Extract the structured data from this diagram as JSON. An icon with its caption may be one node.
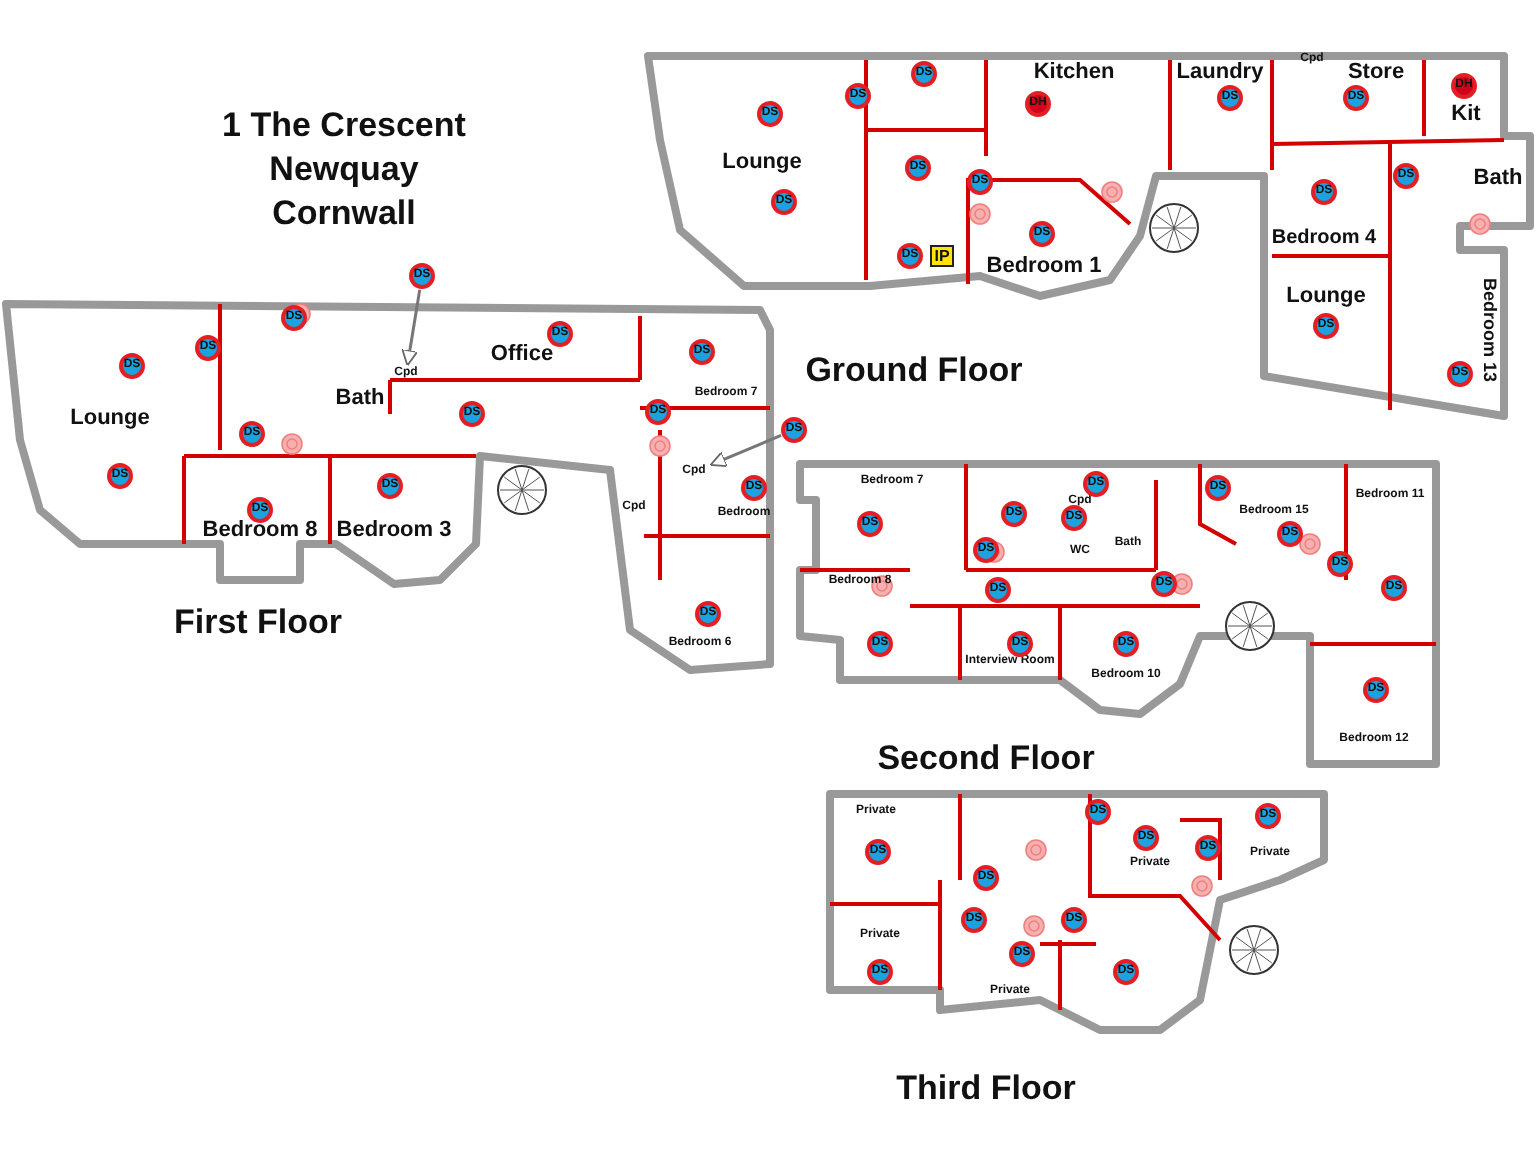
{
  "diagram": {
    "title": "1 The Crescent Newquay Cornwall",
    "nodes": [
      {
        "text": [
          "DS"
        ]
      },
      {
        "text": [
          "DS"
        ]
      },
      {
        "text": [
          "DS"
        ]
      },
      {
        "text": [
          "DS"
        ]
      },
      {
        "text": [
          "DH"
        ]
      },
      {
        "text": [
          "DS"
        ]
      },
      {
        "text": [
          "DS"
        ]
      },
      {
        "text": [
          "DS"
        ]
      },
      {
        "text": [
          "DS"
        ]
      },
      {
        "text": [
          "IP"
        ]
      },
      {
        "text": [
          "DS"
        ]
      },
      {
        "text": [
          "DS"
        ]
      },
      {
        "text": [
          "DH"
        ]
      },
      {
        "text": [
          "DS"
        ]
      },
      {
        "text": [
          "DS"
        ]
      },
      {
        "text": [
          "DS"
        ]
      },
      {
        "text": [
          "DS"
        ]
      },
      {
        "text": [
          "DS"
        ]
      },
      {
        "text": [
          "DS"
        ]
      },
      {
        "text": [
          "DS"
        ]
      },
      {
        "text": [
          "DS"
        ]
      },
      {
        "text": [
          "DS"
        ]
      },
      {
        "text": [
          "DS"
        ]
      },
      {
        "text": [
          "DS"
        ]
      },
      {
        "text": [
          "DS"
        ]
      },
      {
        "text": [
          "DS"
        ]
      },
      {
        "text": [
          "DS"
        ]
      },
      {
        "text": [
          "DS"
        ]
      },
      {
        "text": [
          "DS"
        ]
      },
      {
        "text": [
          "DS"
        ]
      },
      {
        "text": [
          "DS"
        ]
      },
      {
        "text": [
          "DS"
        ]
      },
      {
        "text": [
          "DS"
        ]
      },
      {
        "text": [
          "DS"
        ]
      },
      {
        "text": [
          "DS"
        ]
      },
      {
        "text": [
          "DS"
        ]
      },
      {
        "text": [
          "DS"
        ]
      },
      {
        "text": [
          "DS"
        ]
      },
      {
        "text": [
          "DS"
        ]
      },
      {
        "text": [
          "DS"
        ]
      },
      {
        "text": [
          "DS"
        ]
      },
      {
        "text": [
          "DS"
        ]
      },
      {
        "text": [
          "DS"
        ]
      },
      {
        "text": [
          "DS"
        ]
      },
      {
        "text": [
          "DS"
        ]
      },
      {
        "text": [
          "DS"
        ]
      },
      {
        "text": [
          "DS"
        ]
      },
      {
        "text": [
          "DS"
        ]
      },
      {
        "text": [
          "DS"
        ]
      },
      {
        "text": [
          "DS"
        ]
      },
      {
        "text": [
          "DS"
        ]
      },
      {
        "text": [
          "DS"
        ]
      },
      {
        "text": [
          "DS"
        ]
      },
      {
        "text": [
          "DS"
        ]
      },
      {
        "text": [
          "DS"
        ]
      },
      {
        "text": [
          "DS"
        ]
      },
      {
        "text": [
          "DS"
        ]
      },
      {
        "text": [
          "DS"
        ]
      },
      {
        "text": [
          "Cpd"
        ]
      },
      {
        "text": [
          "Cpd"
        ]
      }
    ],
    "edges": [
      {
        "from": 17,
        "to": 58,
        "arrow": "to"
      },
      {
        "from": 29,
        "to": 59,
        "arrow": "to"
      }
    ],
    "labels": [
      "Kitchen",
      "Laundry",
      "Cpd",
      "Store",
      "Kit",
      "Lounge",
      "Bath",
      "Bedroom 4",
      "Bedroom 1",
      "Lounge",
      "Bedroom 13",
      "Ground Floor",
      "Lounge",
      "Bath",
      "Office",
      "Bedroom 7",
      "Bedroom",
      "Cpd",
      "Bedroom 8",
      "Bedroom 3",
      "Bedroom 6",
      "First Floor",
      "Bedroom 7",
      "Cpd",
      "Bedroom 8",
      "WC",
      "Bath",
      "Bedroom 15",
      "Bedroom 11",
      "Interview Room",
      "Bedroom 10",
      "Bedroom 12",
      "Second Floor",
      "Private",
      "Private",
      "Private",
      "Private",
      "Private",
      "Third Floor"
    ]
  }
}
